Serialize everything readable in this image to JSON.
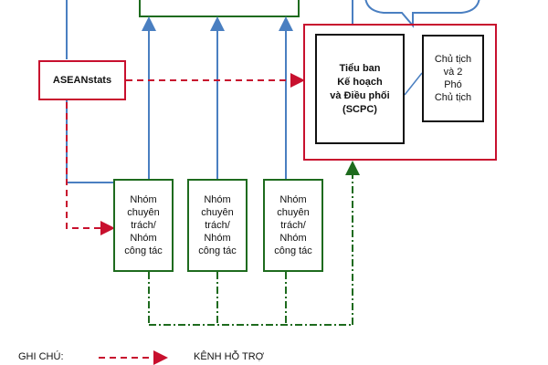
{
  "colors": {
    "red": "#c8102e",
    "green": "#1e6b1e",
    "blue": "#4a7fc1",
    "black": "#111111"
  },
  "nodes": {
    "aseanstats": "ASEANstats",
    "scpc": "Tiểu ban\nKế hoạch\nvà Điều phối\n(SCPC)",
    "chairs": "Chủ tịch\nvà 2\nPhó\nChủ tịch",
    "groups": [
      "Nhóm\nchuyên\ntrách/\nNhóm\ncông tác",
      "Nhóm\nchuyên\ntrách/\nNhóm\ncông tác",
      "Nhóm\nchuyên\ntrách/\nNhóm\ncông tác"
    ]
  },
  "legend": {
    "title": "GHI CHÚ:",
    "support_channel": "KÊNH HỖ TRỢ"
  }
}
